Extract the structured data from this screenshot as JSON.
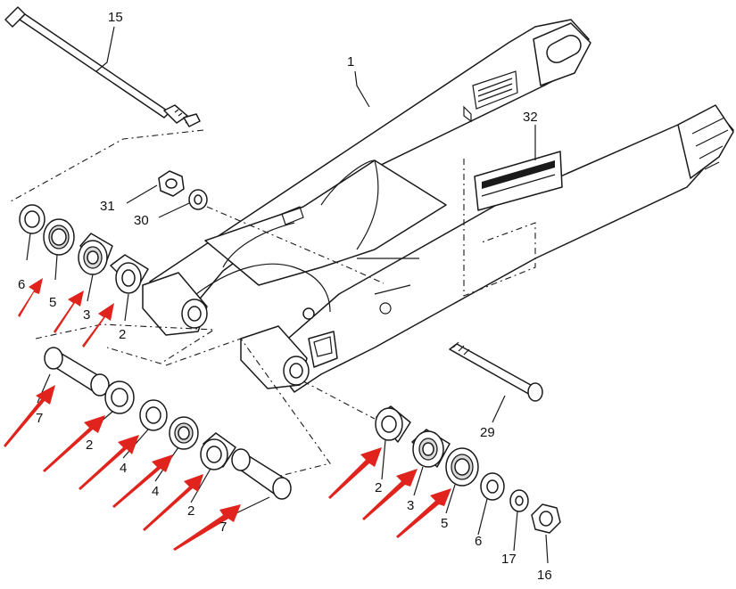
{
  "diagram": {
    "callouts": [
      {
        "id": "c15",
        "label": "15"
      },
      {
        "id": "c1",
        "label": "1"
      },
      {
        "id": "c32",
        "label": "32"
      },
      {
        "id": "c31",
        "label": "31"
      },
      {
        "id": "c30",
        "label": "30"
      },
      {
        "id": "c6a",
        "label": "6"
      },
      {
        "id": "c5a",
        "label": "5"
      },
      {
        "id": "c3a",
        "label": "3"
      },
      {
        "id": "c2a",
        "label": "2"
      },
      {
        "id": "c7a",
        "label": "7"
      },
      {
        "id": "c2b",
        "label": "2"
      },
      {
        "id": "c4a",
        "label": "4"
      },
      {
        "id": "c4b",
        "label": "4"
      },
      {
        "id": "c2c",
        "label": "2"
      },
      {
        "id": "c7b",
        "label": "7"
      },
      {
        "id": "c29",
        "label": "29"
      },
      {
        "id": "c2d",
        "label": "2"
      },
      {
        "id": "c3b",
        "label": "3"
      },
      {
        "id": "c5b",
        "label": "5"
      },
      {
        "id": "c6b",
        "label": "6"
      },
      {
        "id": "c17",
        "label": "17"
      },
      {
        "id": "c16",
        "label": "16"
      }
    ],
    "highlight_color": "#e0231c",
    "line_color": "#1a1a1a"
  }
}
